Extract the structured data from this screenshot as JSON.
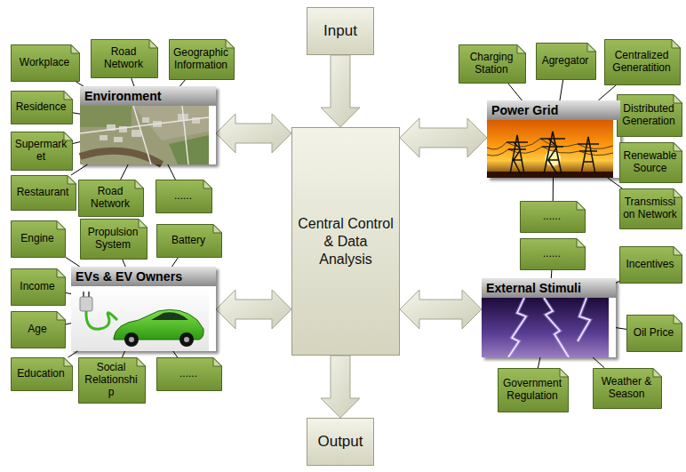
{
  "diagram": {
    "nodes": [
      {
        "text": [
          "Input"
        ]
      },
      {
        "text": [
          "Workplace"
        ]
      },
      {
        "text": [
          "Road Network"
        ]
      },
      {
        "text": [
          "Geographic Information"
        ]
      },
      {
        "text": [
          "Charging Station"
        ]
      },
      {
        "text": [
          "Agregator"
        ]
      },
      {
        "text": [
          "Centralized Generatition"
        ]
      },
      {
        "text": [
          "Environment"
        ]
      },
      {
        "text": [
          "Residence"
        ]
      },
      {
        "text": [
          "Power Grid"
        ]
      },
      {
        "text": [
          "Distributed Generation"
        ]
      },
      {
        "text": [
          "Central Control & Data Analysis"
        ]
      },
      {
        "text": [
          "Supermarket"
        ]
      },
      {
        "text": [
          "Renewable Source"
        ]
      },
      {
        "text": [
          "Restaurant"
        ]
      },
      {
        "text": [
          "Road Network"
        ]
      },
      {
        "text": [
          "......"
        ]
      },
      {
        "text": [
          "Transmission Network"
        ]
      },
      {
        "text": [
          "......"
        ]
      },
      {
        "text": [
          "Engine"
        ]
      },
      {
        "text": [
          "Propulsion System"
        ]
      },
      {
        "text": [
          "Battery"
        ]
      },
      {
        "text": [
          "......"
        ]
      },
      {
        "text": [
          "Incentives"
        ]
      },
      {
        "text": [
          "Income"
        ]
      },
      {
        "text": [
          "EVs & EV Owners"
        ]
      },
      {
        "text": [
          "External Stimuli"
        ]
      },
      {
        "text": [
          "Oil Price"
        ]
      },
      {
        "text": [
          "Age"
        ]
      },
      {
        "text": [
          "Education"
        ]
      },
      {
        "text": [
          "Social Relationship"
        ]
      },
      {
        "text": [
          "......"
        ]
      },
      {
        "text": [
          "Government Regulation"
        ]
      },
      {
        "text": [
          "Weather & Season"
        ]
      },
      {
        "text": [
          "Output"
        ]
      }
    ],
    "edges": [
      {
        "from": 0,
        "to": 11,
        "arrow": "to"
      },
      {
        "from": 11,
        "to": 34,
        "arrow": "to"
      },
      {
        "from": 7,
        "to": 11,
        "arrow": "both"
      },
      {
        "from": 11,
        "to": 9,
        "arrow": "both"
      },
      {
        "from": 25,
        "to": 11,
        "arrow": "both"
      },
      {
        "from": 11,
        "to": 26,
        "arrow": "both"
      },
      {
        "from": 1,
        "to": 7,
        "arrow": "none"
      },
      {
        "from": 2,
        "to": 7,
        "arrow": "none"
      },
      {
        "from": 3,
        "to": 7,
        "arrow": "none"
      },
      {
        "from": 8,
        "to": 7,
        "arrow": "none"
      },
      {
        "from": 12,
        "to": 7,
        "arrow": "none"
      },
      {
        "from": 14,
        "to": 7,
        "arrow": "none"
      },
      {
        "from": 15,
        "to": 7,
        "arrow": "none"
      },
      {
        "from": 16,
        "to": 7,
        "arrow": "none"
      },
      {
        "from": 4,
        "to": 9,
        "arrow": "none"
      },
      {
        "from": 5,
        "to": 9,
        "arrow": "none"
      },
      {
        "from": 6,
        "to": 9,
        "arrow": "none"
      },
      {
        "from": 10,
        "to": 9,
        "arrow": "none"
      },
      {
        "from": 13,
        "to": 9,
        "arrow": "none"
      },
      {
        "from": 17,
        "to": 9,
        "arrow": "none"
      },
      {
        "from": 18,
        "to": 9,
        "arrow": "none"
      },
      {
        "from": 19,
        "to": 25,
        "arrow": "none"
      },
      {
        "from": 20,
        "to": 25,
        "arrow": "none"
      },
      {
        "from": 21,
        "to": 25,
        "arrow": "none"
      },
      {
        "from": 24,
        "to": 25,
        "arrow": "none"
      },
      {
        "from": 28,
        "to": 25,
        "arrow": "none"
      },
      {
        "from": 29,
        "to": 25,
        "arrow": "none"
      },
      {
        "from": 30,
        "to": 25,
        "arrow": "none"
      },
      {
        "from": 31,
        "to": 25,
        "arrow": "none"
      },
      {
        "from": 22,
        "to": 26,
        "arrow": "none"
      },
      {
        "from": 23,
        "to": 26,
        "arrow": "none"
      },
      {
        "from": 27,
        "to": 26,
        "arrow": "none"
      },
      {
        "from": 32,
        "to": 26,
        "arrow": "none"
      },
      {
        "from": 33,
        "to": 26,
        "arrow": "none"
      }
    ]
  }
}
